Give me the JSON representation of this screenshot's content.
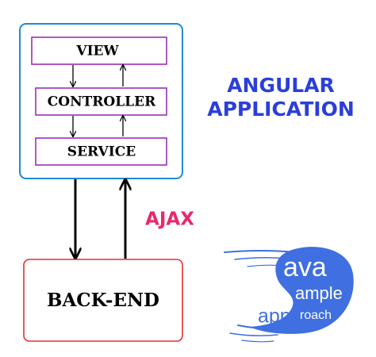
{
  "diagram": {
    "layers": [
      {
        "id": "view",
        "label": "VIEW"
      },
      {
        "id": "controller",
        "label": "CONTROLLER"
      },
      {
        "id": "service",
        "label": "SERVICE"
      }
    ],
    "backend_label": "BACK-END",
    "app_title_line1": "ANGULAR",
    "app_title_line2": "APPLICATION",
    "ajax_label": "AJAX"
  },
  "logo": {
    "word1": "ava",
    "word2": "ample",
    "word3": "app",
    "word4": "roach"
  },
  "colors": {
    "app_border": "#1f8ad2",
    "layer_border": "#9b30b8",
    "backend_border": "#e03030",
    "title_blue": "#2a3fd8",
    "ajax_pink": "#e8286e",
    "logo_blue": "#3f6fe0"
  }
}
